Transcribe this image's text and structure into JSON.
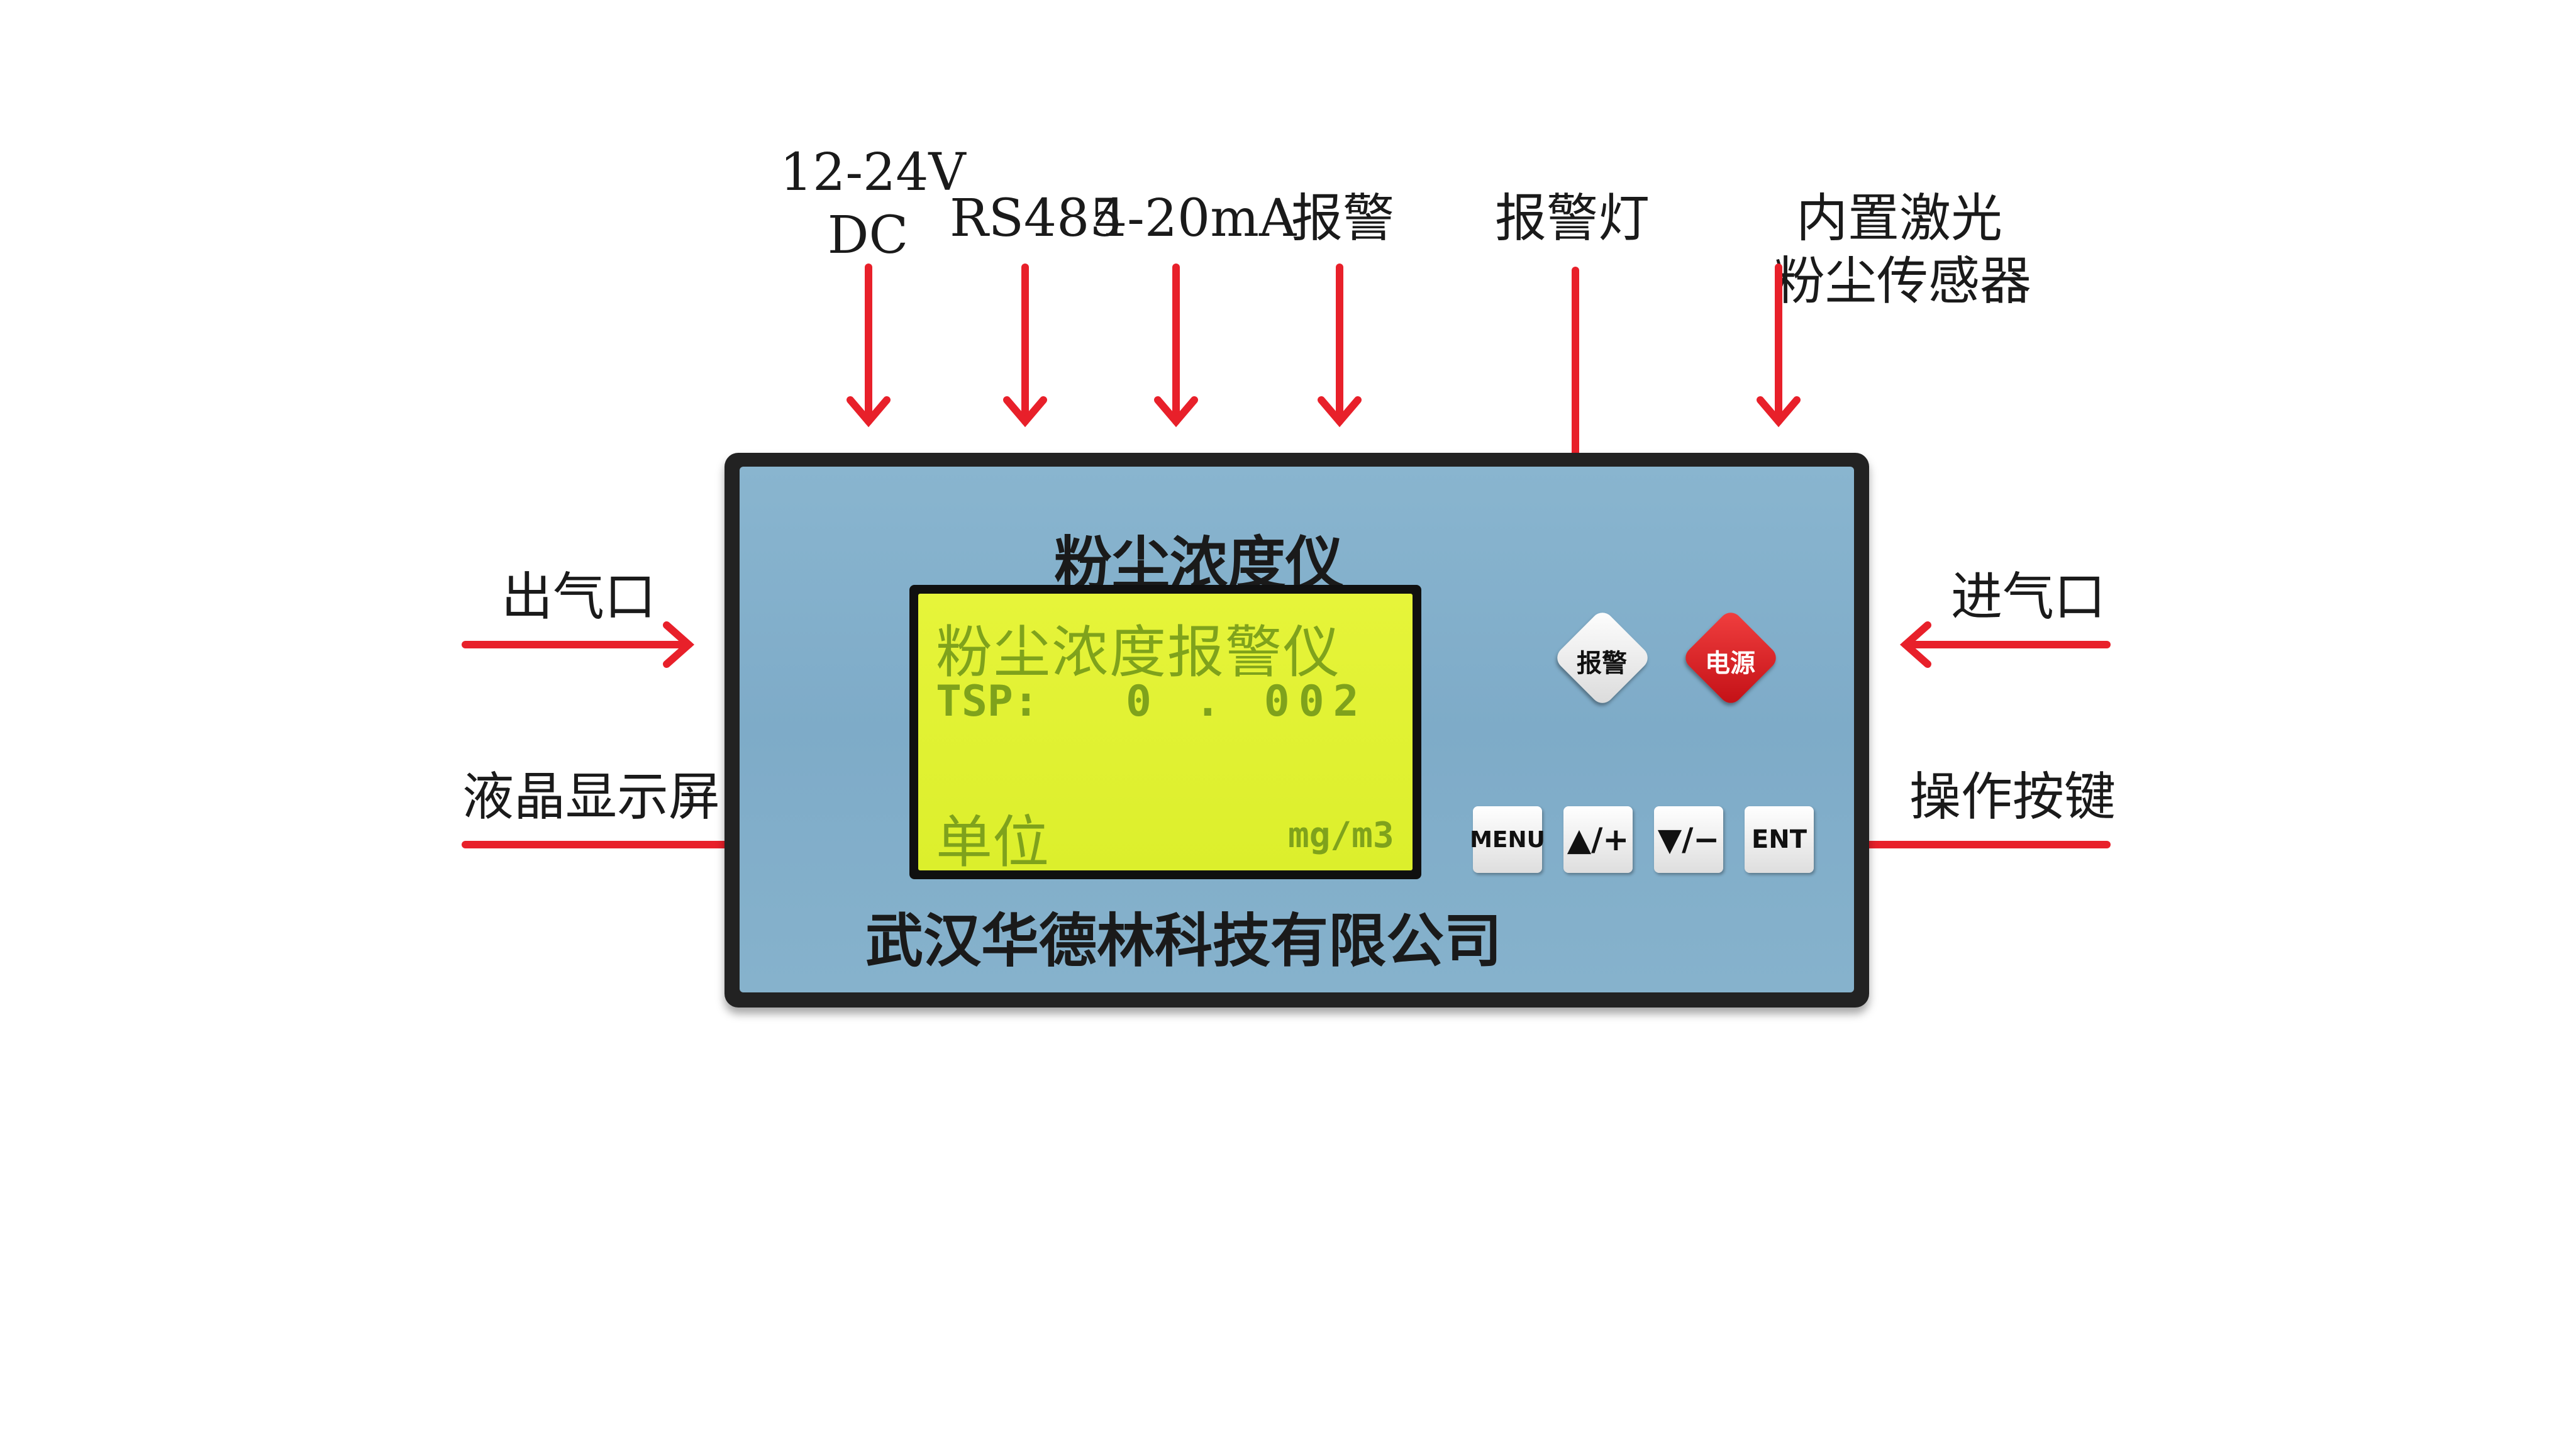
{
  "labels": {
    "power_supply": [
      "12-24V",
      "DC"
    ],
    "rs485": "RS485",
    "analog_output": "4-20mA",
    "alarm": "报警",
    "alarm_light": "报警灯",
    "laser_sensor": [
      "内置激光",
      "粉尘传感器"
    ],
    "air_outlet": "出气口",
    "air_inlet": "进气口",
    "lcd_screen": "液晶显示屏",
    "operation_keys": "操作按键"
  },
  "device": {
    "title": "粉尘浓度仪",
    "company": "武汉华德林科技有限公司",
    "lcd": {
      "heading": "粉尘浓度报警仪",
      "tsp_label": "TSP:",
      "tsp_value": "0 . 002",
      "unit_label": "单位",
      "unit_value": "mg/m3"
    },
    "indicators": {
      "alarm_label": "报警",
      "power_label": "电源"
    },
    "keys": {
      "menu": "MENU",
      "up_plus": "▲/+",
      "down_minus": "▼/−",
      "ent": "ENT"
    }
  },
  "colors": {
    "arrow": "#e8202a",
    "panel_face": "#7eabc8",
    "lcd_background": "#dcef2c",
    "lcd_text": "#7fa21c",
    "power_light": "#d4161c"
  }
}
